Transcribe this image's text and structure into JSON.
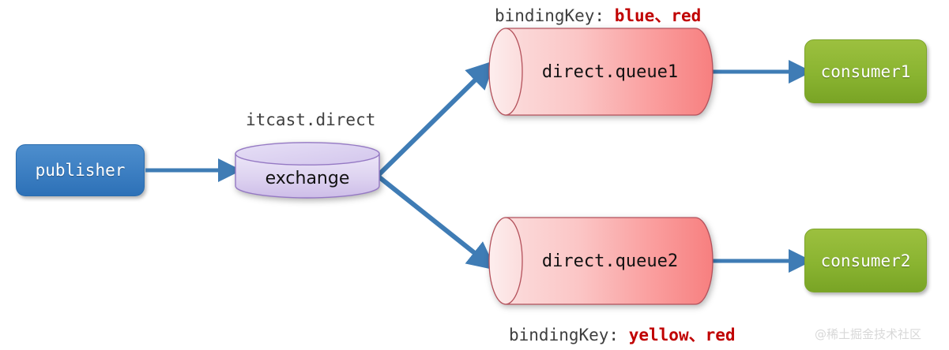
{
  "diagram": {
    "title_colors": {
      "arrow": "#3f7cb5",
      "publisher_fill": "#3f81c4",
      "consumer_fill": "#8ab431",
      "exchange_fill": "#d7cbec",
      "queue_fill_light": "#fbdede",
      "queue_fill_dark": "#f88a8a",
      "binding_key_red": "#c00000",
      "label_gray": "#3f3f3f"
    },
    "publisher": {
      "label": "publisher",
      "name": "publisher-node"
    },
    "exchange": {
      "name_label": "itcast.direct",
      "label": "exchange"
    },
    "queues": [
      {
        "label": "direct.queue1",
        "binding_prefix": "bindingKey:",
        "binding_keys": [
          "blue",
          "red"
        ],
        "binding_separator": "、",
        "binding_position": "above"
      },
      {
        "label": "direct.queue2",
        "binding_prefix": "bindingKey:",
        "binding_keys": [
          "yellow",
          "red"
        ],
        "binding_separator": "、",
        "binding_position": "below"
      }
    ],
    "consumers": [
      {
        "label": "consumer1"
      },
      {
        "label": "consumer2"
      }
    ],
    "watermark": "@稀土掘金技术社区"
  }
}
